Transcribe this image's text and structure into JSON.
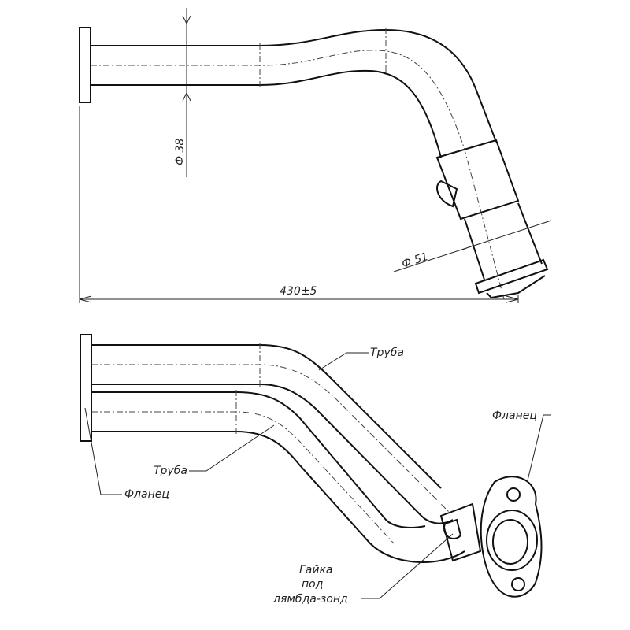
{
  "dimensions": {
    "dia_small": "Ф 38",
    "dia_large": "Ф 51",
    "length": "430±5"
  },
  "labels": {
    "pipe_top": "Труба",
    "pipe_left": "Труба",
    "flange_left": "Фланец",
    "flange_right": "Фланец",
    "nut_line1": "Гайка",
    "nut_line2": "под",
    "nut_line3": "лямбда-зонд"
  }
}
